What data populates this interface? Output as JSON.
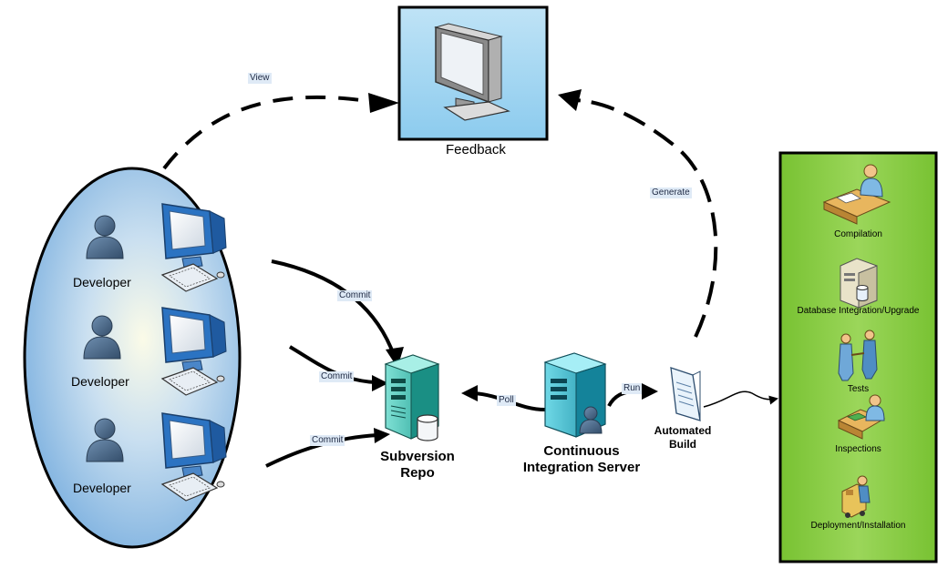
{
  "feedback": {
    "label": "Feedback"
  },
  "developers": [
    {
      "label": "Developer"
    },
    {
      "label": "Developer"
    },
    {
      "label": "Developer"
    }
  ],
  "edges": {
    "view": "View",
    "generate": "Generate",
    "commit_1": "Commit",
    "commit_2": "Commit",
    "commit_3": "Commit",
    "poll": "Poll",
    "run": "Run"
  },
  "subversion": {
    "line1": "Subversion",
    "line2": "Repo"
  },
  "ci_server": {
    "line1": "Continuous",
    "line2": "Integration Server"
  },
  "automated_build": {
    "line1": "Automated",
    "line2": "Build"
  },
  "build_steps": [
    {
      "label": "Compilation",
      "icon": "person-at-desk-icon"
    },
    {
      "label": "Database Integration/Upgrade",
      "icon": "database-server-icon"
    },
    {
      "label": "Tests",
      "icon": "handshake-icon"
    },
    {
      "label": "Inspections",
      "icon": "inspection-desk-icon"
    },
    {
      "label": "Deployment/Installation",
      "icon": "forklift-icon"
    }
  ],
  "colors": {
    "panel_green": "#86c940",
    "panel_border": "#000000",
    "ellipse_blue": "#8fbde6",
    "server_teal": "#38bdb0"
  }
}
